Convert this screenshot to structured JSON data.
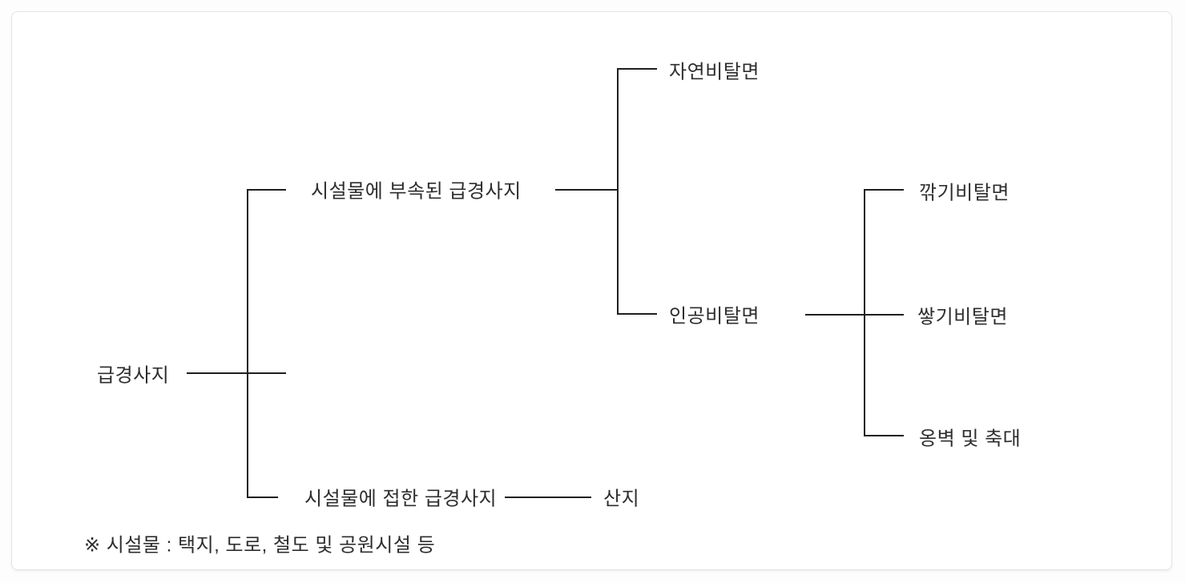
{
  "colors": {
    "page_bg": "#fdfdfd",
    "card_bg": "#ffffff",
    "card_border": "#e4e4e4",
    "line": "#1f1f1f",
    "text": "#2e2e2e"
  },
  "tree": {
    "root": {
      "label": "급경사지"
    },
    "children": [
      {
        "label": "시설물에 부속된 급경사지",
        "children": [
          {
            "label": "자연비탈면",
            "children": []
          },
          {
            "label": "인공비탈면",
            "children": [
              {
                "label": "깎기비탈면"
              },
              {
                "label": "쌓기비탈면"
              },
              {
                "label": "옹벽 및 축대"
              }
            ]
          }
        ]
      },
      {
        "label": "시설물에 접한 급경사지",
        "children": [
          {
            "label": "산지"
          }
        ]
      }
    ]
  },
  "note": "※ 시설물 : 택지, 도로, 철도 및 공원시설 등"
}
